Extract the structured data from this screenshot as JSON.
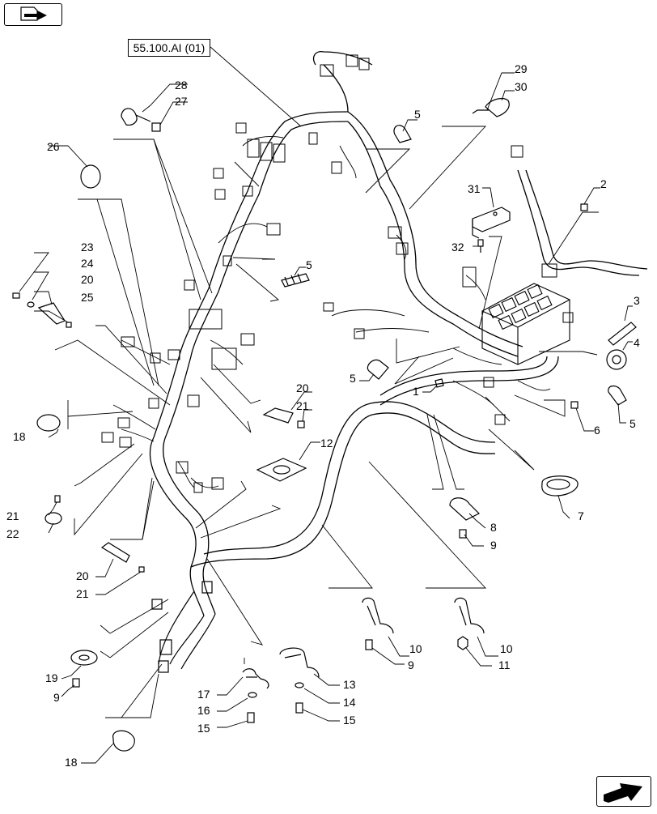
{
  "reference_label": "55.100.AI (01)",
  "navigation": {
    "top_icon": "book-arrow-icon",
    "bottom_icon": "next-page-arrow-icon"
  },
  "callouts": {
    "c1": "1",
    "c2": "2",
    "c3": "3",
    "c4": "4",
    "c5a": "5",
    "c5b": "5",
    "c5c": "5",
    "c5d": "5",
    "c6": "6",
    "c7": "7",
    "c8": "8",
    "c9a": "9",
    "c9b": "9",
    "c9c": "9",
    "c10a": "10",
    "c10b": "10",
    "c11": "11",
    "c12": "12",
    "c13": "13",
    "c14": "14",
    "c15a": "15",
    "c15b": "15",
    "c16": "16",
    "c17": "17",
    "c18a": "18",
    "c18b": "18",
    "c19": "19",
    "c20a": "20",
    "c20b": "20",
    "c20c": "20",
    "c21a": "21",
    "c21b": "21",
    "c21c": "21",
    "c22": "22",
    "c23": "23",
    "c24": "24",
    "c25": "25",
    "c26": "26",
    "c27": "27",
    "c28": "28",
    "c29": "29",
    "c30": "30",
    "c31": "31",
    "c32": "32"
  }
}
